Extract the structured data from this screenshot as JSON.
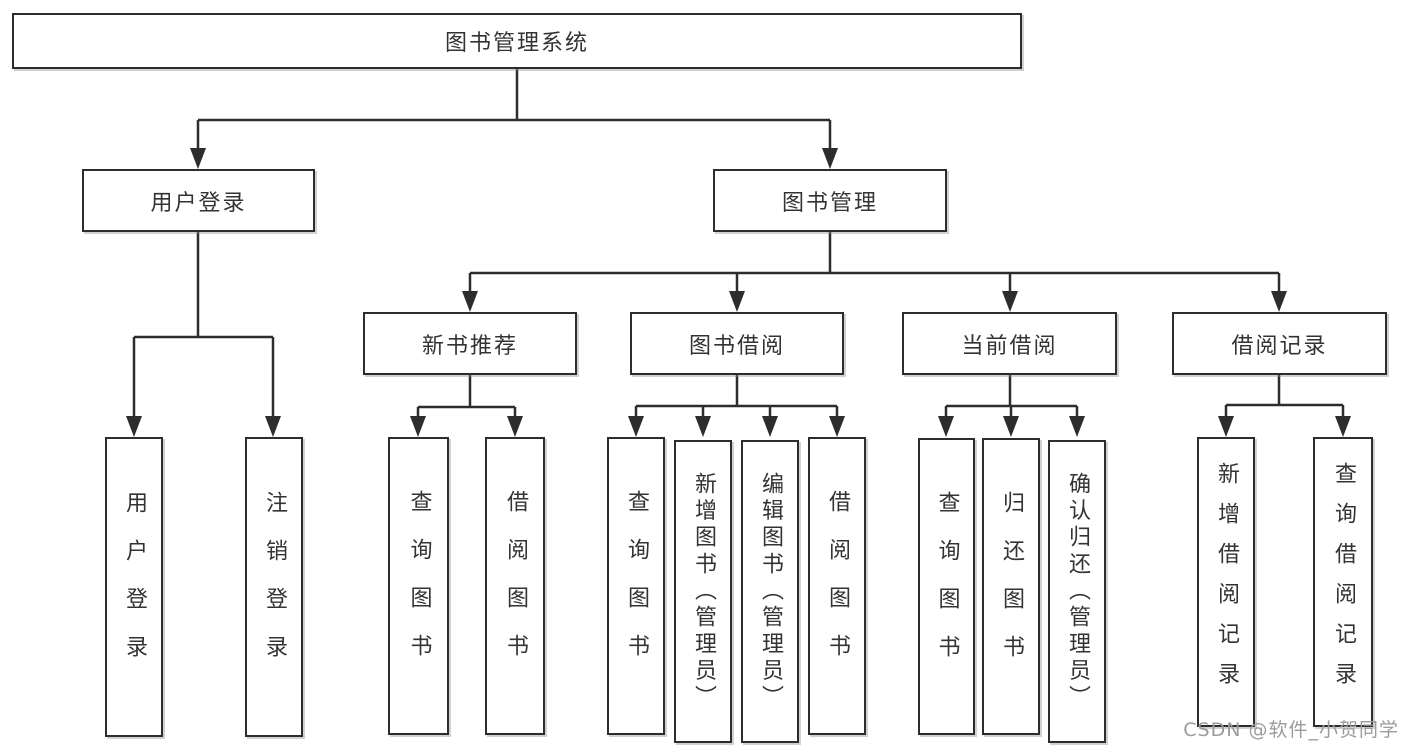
{
  "diagram": {
    "root": "图书管理系统",
    "level2": [
      "用户登录",
      "图书管理"
    ],
    "level3": [
      "新书推荐",
      "图书借阅",
      "当前借阅",
      "借阅记录"
    ],
    "leaves": {
      "user_login_group": [
        "用户登录",
        "注销登录"
      ],
      "new_book_group": [
        "查询图书",
        "借阅图书"
      ],
      "book_borrow_group": [
        "查询图书",
        "新增图书（管理员）",
        "编辑图书（管理员）",
        "借阅图书"
      ],
      "current_borrow_group": [
        "查询图书",
        "归还图书",
        "确认归还（管理员）"
      ],
      "borrow_record_group": [
        "新增借阅记录",
        "查询借阅记录"
      ]
    },
    "colors": {
      "line": "#2d2d2d",
      "box_border": "#2d2d2d",
      "box_fill": "#ffffff",
      "text": "#333333",
      "watermark": "#9b9b9b"
    },
    "watermark": "CSDN @软件_小贺同学"
  }
}
